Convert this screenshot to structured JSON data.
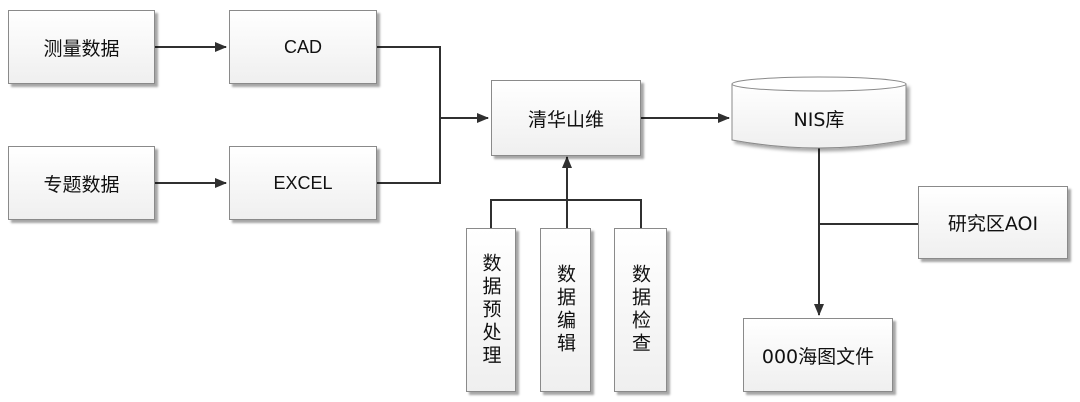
{
  "nodes": {
    "survey_data": "测量数据",
    "cad": "CAD",
    "thematic_data": "专题数据",
    "excel": "EXCEL",
    "qinghua_shanwei": "清华山维",
    "nis_db": "NIS库",
    "preprocess": "数据预处理",
    "edit": "数据编辑",
    "check": "数据检查",
    "aoi": "研究区AOI",
    "chart_file": "000海图文件"
  },
  "colors": {
    "line": "#303030",
    "border": "#8a8a8a",
    "fill_top": "#ffffff",
    "fill_bottom": "#efefef"
  }
}
